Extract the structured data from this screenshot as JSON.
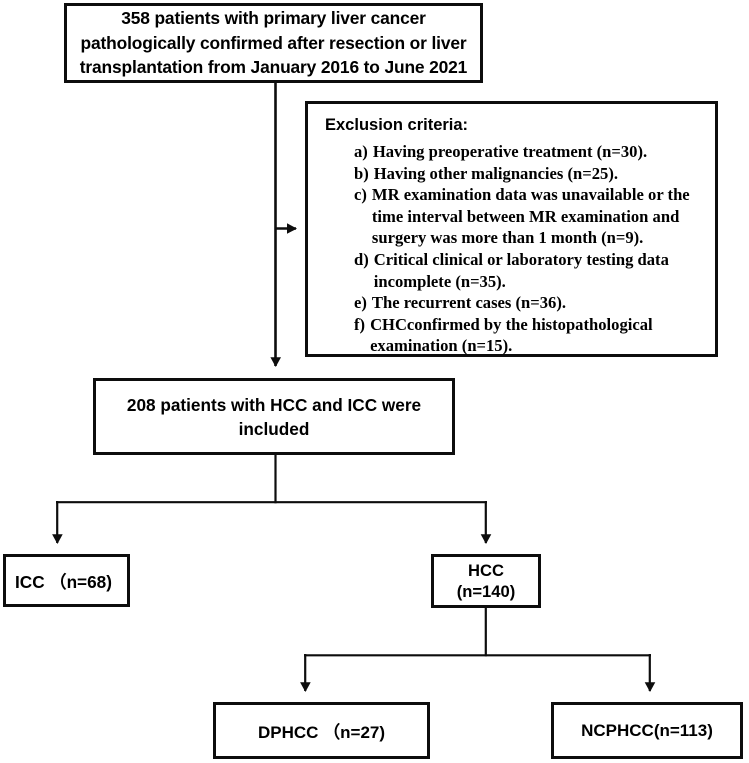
{
  "figure": {
    "type": "flowchart",
    "orientation": "top-down",
    "line_color": "#0d0d0d",
    "background_color": "#ffffff"
  },
  "nodes": {
    "cohort": {
      "label": "358 patients with primary liver cancer pathologically confirmed after resection or liver transplantation from January 2016 to June 2021",
      "count": 358
    },
    "exclusion": {
      "title": "Exclusion criteria:",
      "items": [
        {
          "marker": "a)",
          "text": "Having preoperative treatment (n=30).",
          "n": 30
        },
        {
          "marker": "b)",
          "text": "Having other malignancies (n=25).",
          "n": 25
        },
        {
          "marker": "c)",
          "text": "MR examination data was unavailable or the time interval between MR examination and surgery was more than 1 month (n=9).",
          "n": 9
        },
        {
          "marker": "d)",
          "text": "Critical clinical or laboratory testing data incomplete (n=35).",
          "n": 35
        },
        {
          "marker": "e)",
          "text": "The recurrent cases (n=36).",
          "n": 36
        },
        {
          "marker": "f)",
          "text": "CHCconfirmed by the histopathological examination (n=15).",
          "n": 15
        }
      ]
    },
    "included": {
      "label": "208 patients with HCC and ICC were included",
      "count": 208
    },
    "icc": {
      "label": "ICC （n=68)",
      "count": 68
    },
    "hcc": {
      "label": "HCC\n(n=140)",
      "count": 140
    },
    "dphcc": {
      "label": "DPHCC （n=27)",
      "count": 27
    },
    "ncphcc": {
      "label": "NCPHCC(n=113)",
      "count": 113
    }
  },
  "edges": [
    {
      "name": "cohort-to-exclusion",
      "from": "cohort",
      "to": "exclusion",
      "arrow": true
    },
    {
      "name": "cohort-to-included",
      "from": "cohort",
      "to": "included",
      "arrow": true
    },
    {
      "name": "included-to-icc",
      "from": "included",
      "to": "icc",
      "arrow": true
    },
    {
      "name": "included-to-hcc",
      "from": "included",
      "to": "hcc",
      "arrow": true
    },
    {
      "name": "hcc-to-dphcc",
      "from": "hcc",
      "to": "dphcc",
      "arrow": true
    },
    {
      "name": "hcc-to-ncphcc",
      "from": "hcc",
      "to": "ncphcc",
      "arrow": true
    }
  ]
}
